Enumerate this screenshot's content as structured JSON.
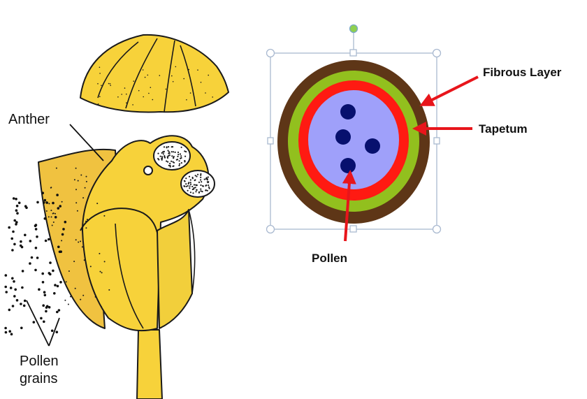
{
  "left_figure": {
    "labels": {
      "anther": "Anther",
      "pollen_line1": "Pollen",
      "pollen_line2": "grains"
    }
  },
  "right_figure": {
    "labels": {
      "fibrous_layer": "Fibrous Layer",
      "tapetum": "Tapetum",
      "pollen": "Pollen"
    }
  },
  "colors": {
    "flower_yellow": "#f7d23a",
    "flower_shadow": "#f0c240",
    "fibrous_layer": "#5e3617",
    "green_layer": "#92c01e",
    "tapetum": "#ff1a12",
    "sac": "#9fa0fa",
    "pollen_dot": "#07106e",
    "arrow": "#e8151b",
    "selection_frame": "#a9b9d0"
  }
}
